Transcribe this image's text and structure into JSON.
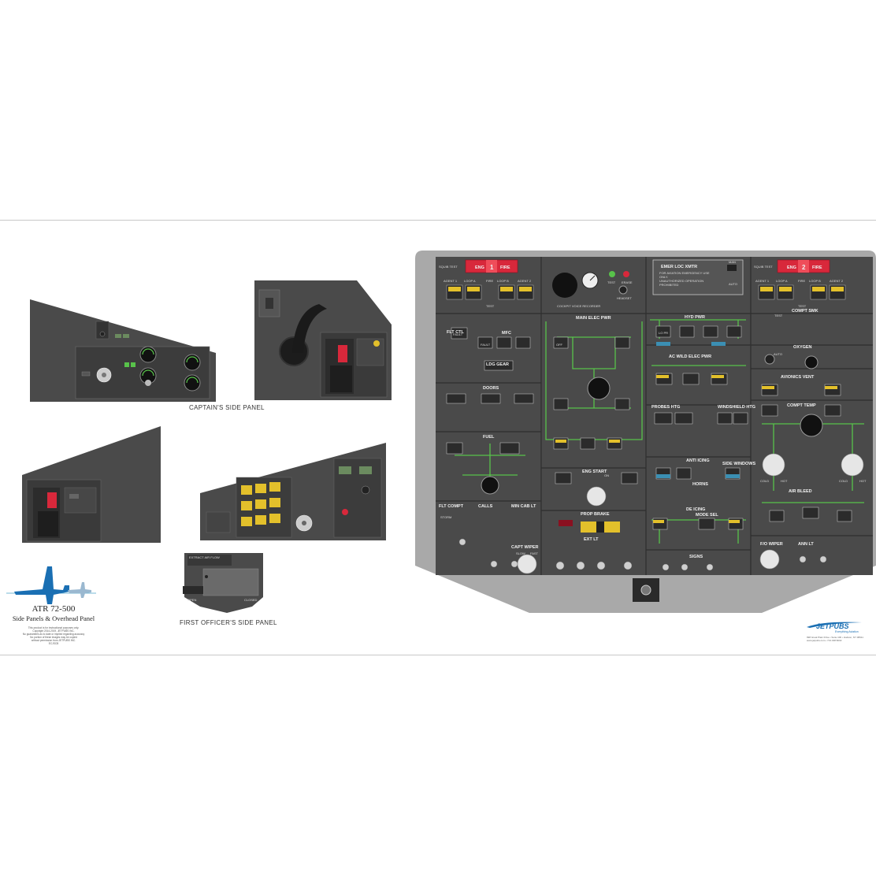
{
  "captions": {
    "captain": "CAPTAIN'S SIDE PANEL",
    "first_officer": "FIRST OFFICER'S SIDE PANEL"
  },
  "brand": {
    "title": "ATR 72-500",
    "subtitle": "Side Panels & Overhead Panel",
    "fine_print": [
      "This product is for instructional purposes only.",
      "Copyright 2014-2019, JETPUBS INC.",
      "No guarantees as to date or implied regarding accuracy",
      "No portion of these images may be copied",
      "without permission from JETPUBS INC.",
      "ECJSCB"
    ]
  },
  "jetpubs": {
    "name": "JETPUBS",
    "tagline": "Everything Aviation",
    "address": "998 Great Plain Drive • Suite 100 • Hudson, NY 08911",
    "web": "www.jetpubs.com • 713.328.8202"
  },
  "overhead": {
    "fire1": {
      "eng": "ENG",
      "num": "1",
      "fire": "FIRE",
      "squib": "SQUIB TEST",
      "agent1": "AGENT 1",
      "loop_a": "LOOP A",
      "fire_test": "FIRE",
      "loop_b": "LOOP B",
      "agent2": "AGENT 2",
      "test": "TEST"
    },
    "fire2": {
      "eng": "ENG",
      "num": "2",
      "fire": "FIRE",
      "squib": "SQUIB TEST",
      "agent1": "AGENT 1",
      "loop_a": "LOOP A",
      "fire_test": "FIRE",
      "loop_b": "LOOP B",
      "agent2": "AGENT 2",
      "test": "TEST"
    },
    "cvr": {
      "label": "COCKPIT VOICE RECORDER",
      "test": "TEST",
      "erase": "ERASE",
      "headset": "HEADSET"
    },
    "emer_loc": {
      "title": "EMER LOC XMTR",
      "note1": "FOR AVIATION EMERGENCY USE",
      "note2": "ONLY.",
      "note3": "UNAUTHORIZED OPERATION",
      "note4": "PROHIBITED",
      "man": "MAN",
      "auto": "AUTO"
    },
    "sections": {
      "flt_ctl": "FLT CTL",
      "mfc": "MFC",
      "ldg_gear": "LDG GEAR",
      "doors": "DOORS",
      "fuel": "FUEL",
      "main_elec_pwr": "MAIN ELEC PWR",
      "hyd_pwr": "HYD PWR",
      "ac_wild": "AC WILD ELEC PWR",
      "probes_htg": "PROBES HTG",
      "windshield_htg": "WINDSHIELD HTG",
      "anti_icing": "ANTI ICING",
      "side_windows": "SIDE WINDOWS",
      "horns": "HORNS",
      "de_icing": "DE ICING",
      "mode_sel": "MODE SEL",
      "eng_start": "ENG START",
      "prop_brake": "PROP BRAKE",
      "ext_lt": "EXT LT",
      "signs": "SIGNS",
      "flt_compt": "FLT COMPT",
      "calls": "CALLS",
      "min_cab_lt": "MIN CAB LT",
      "capt_wiper": "CAPT WIPER",
      "compt_smk": "COMPT SMK",
      "oxygen": "OXYGEN",
      "avionics_vent": "AVIONICS VENT",
      "compt_temp": "COMPT TEMP",
      "air_bleed": "AIR BLEED",
      "fo_wiper": "F/O WIPER",
      "ann_lt": "ANN LT"
    },
    "switch_labels": {
      "fault": "FAULT",
      "off": "OFF",
      "on": "ON",
      "lo_pr": "LO PR",
      "test": "TEST",
      "storm": "STORM",
      "slow": "SLOW",
      "fast": "FAST",
      "cold": "COLD",
      "hot": "HOT",
      "auto": "AUTO"
    }
  },
  "colors": {
    "panel_dark": "#4a4a4a",
    "panel_frame": "#a9a9a9",
    "line_green": "#58c24a",
    "fire_red": "#d8283b",
    "hazard_yellow": "#e3c02b",
    "brand_blue": "#1a6fb3"
  }
}
